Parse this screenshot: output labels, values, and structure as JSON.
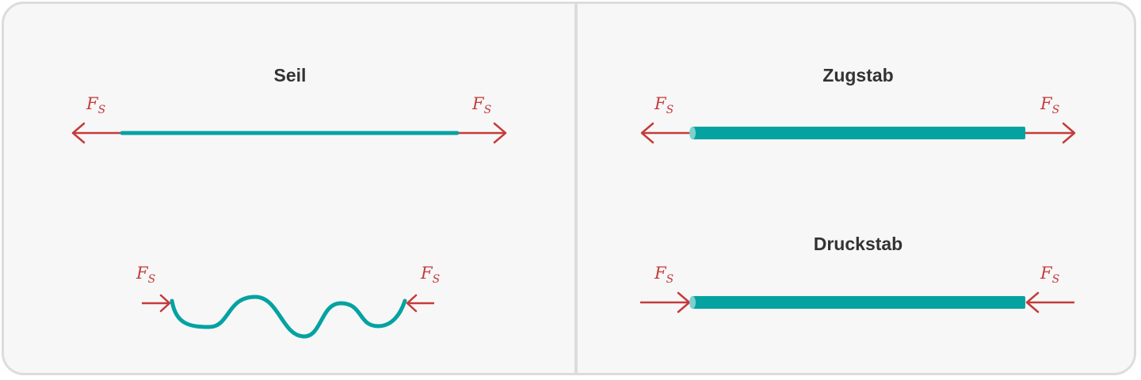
{
  "panels": {
    "seil": {
      "title": "Seil"
    },
    "zugstab": {
      "title": "Zugstab"
    },
    "druckstab": {
      "title": "Druckstab"
    }
  },
  "force": {
    "symbol": "F",
    "subscript": "S"
  },
  "colors": {
    "rope": "#05a2a2",
    "bar": "#05a2a2",
    "bar_end": "#7fcfcf",
    "force": "#c53b3b",
    "frame": "#dcdcdc",
    "background": "#f7f7f7"
  }
}
